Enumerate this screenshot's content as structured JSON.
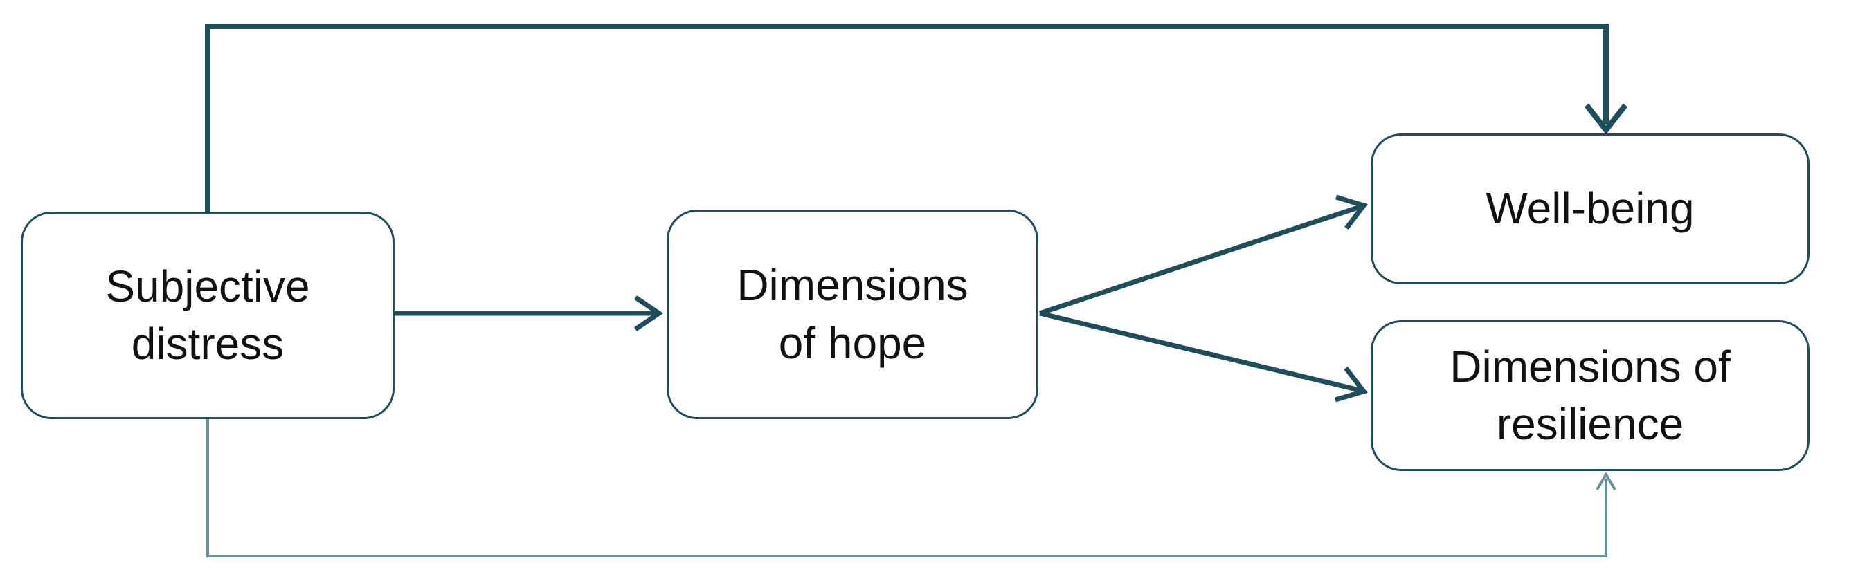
{
  "diagram": {
    "colors": {
      "stroke": "#1f4d5c",
      "feedback": "#6a929c",
      "text": "#111111"
    },
    "nodes": {
      "distress": {
        "label": "Subjective\ndistress"
      },
      "hope": {
        "label": "Dimensions\nof hope"
      },
      "wellbeing": {
        "label": "Well-being"
      },
      "resilience": {
        "label": "Dimensions of\nresilience"
      }
    },
    "edges": [
      {
        "from": "Subjective distress",
        "to": "Dimensions of hope"
      },
      {
        "from": "Dimensions of hope",
        "to": "Well-being"
      },
      {
        "from": "Dimensions of hope",
        "to": "Dimensions of resilience"
      },
      {
        "from": "Subjective distress",
        "to": "Well-being"
      },
      {
        "from": "Subjective distress",
        "to": "Dimensions of resilience"
      }
    ]
  }
}
